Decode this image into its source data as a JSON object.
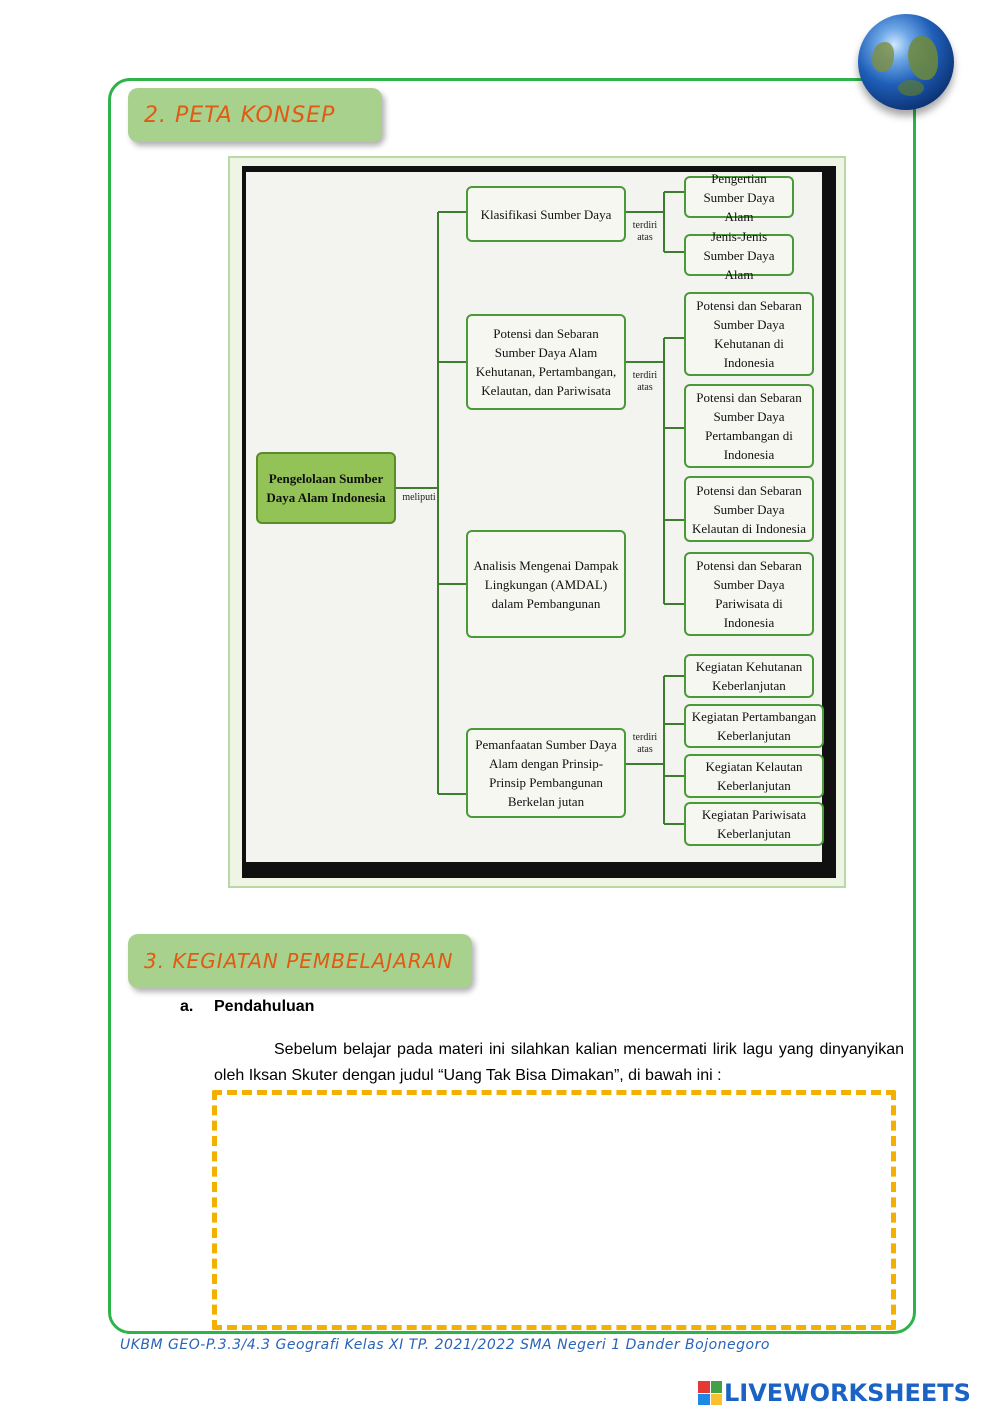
{
  "section2": {
    "title": "2. PETA KONSEP"
  },
  "concept_map": {
    "root": "Pengelolaan Sumber Daya Alam Indonesia",
    "root_connector": "meliputi",
    "branches": [
      {
        "label": "Klasifikasi Sumber Daya",
        "connector": "terdiri atas",
        "children": [
          "Pengertian Sumber Daya Alam",
          "Jenis-Jenis Sumber Daya Alam"
        ]
      },
      {
        "label": "Potensi dan Sebaran Sumber Daya Alam Kehutanan, Pertambangan, Kelautan, dan Pariwisata",
        "connector": "terdiri atas",
        "children": [
          "Potensi dan Sebaran Sumber Daya Kehutanan di Indonesia",
          "Potensi dan Sebaran Sumber Daya Pertambangan di Indonesia",
          "Potensi dan Sebaran Sumber Daya Kelautan di Indonesia",
          "Potensi dan Sebaran Sumber Daya Pariwisata di Indonesia"
        ]
      },
      {
        "label": "Analisis Mengenai Dampak Lingkungan (AMDAL) dalam Pembangunan",
        "connector": "",
        "children": []
      },
      {
        "label": "Pemanfaatan Sumber Daya Alam dengan Prinsip-Prinsip Pembangunan Berkelan jutan",
        "connector": "terdiri atas",
        "children": [
          "Kegiatan Kehutanan Keberlanjutan",
          "Kegiatan Pertambangan Keberlanjutan",
          "Kegiatan Kelautan Keberlanjutan",
          "Kegiatan Pariwisata Keberlanjutan"
        ]
      }
    ]
  },
  "section3": {
    "title": "3. KEGIATAN PEMBELAJARAN"
  },
  "subsection": {
    "number": "a.",
    "title": "Pendahuluan"
  },
  "intro_paragraph": "Sebelum belajar pada materi ini silahkan kalian mencermati lirik lagu yang dinyanyikan oleh Iksan Skuter dengan judul “Uang Tak Bisa Dimakan”, di bawah ini :",
  "footer_text": "UKBM GEO-P.3.3/4.3 Geografi Kelas XI TP. 2021/2022 SMA Negeri 1 Dander Bojonegoro",
  "brand": {
    "name": "LIVEWORKSHEETS",
    "color": "#1a63c4"
  },
  "colors": {
    "frame": "#2db34a",
    "header_bg": "#a9d18e",
    "header_text": "#e05a12",
    "dash_border": "#f4b000",
    "footer": "#2a64b8"
  },
  "icons": {
    "globe": "globe-icon"
  }
}
